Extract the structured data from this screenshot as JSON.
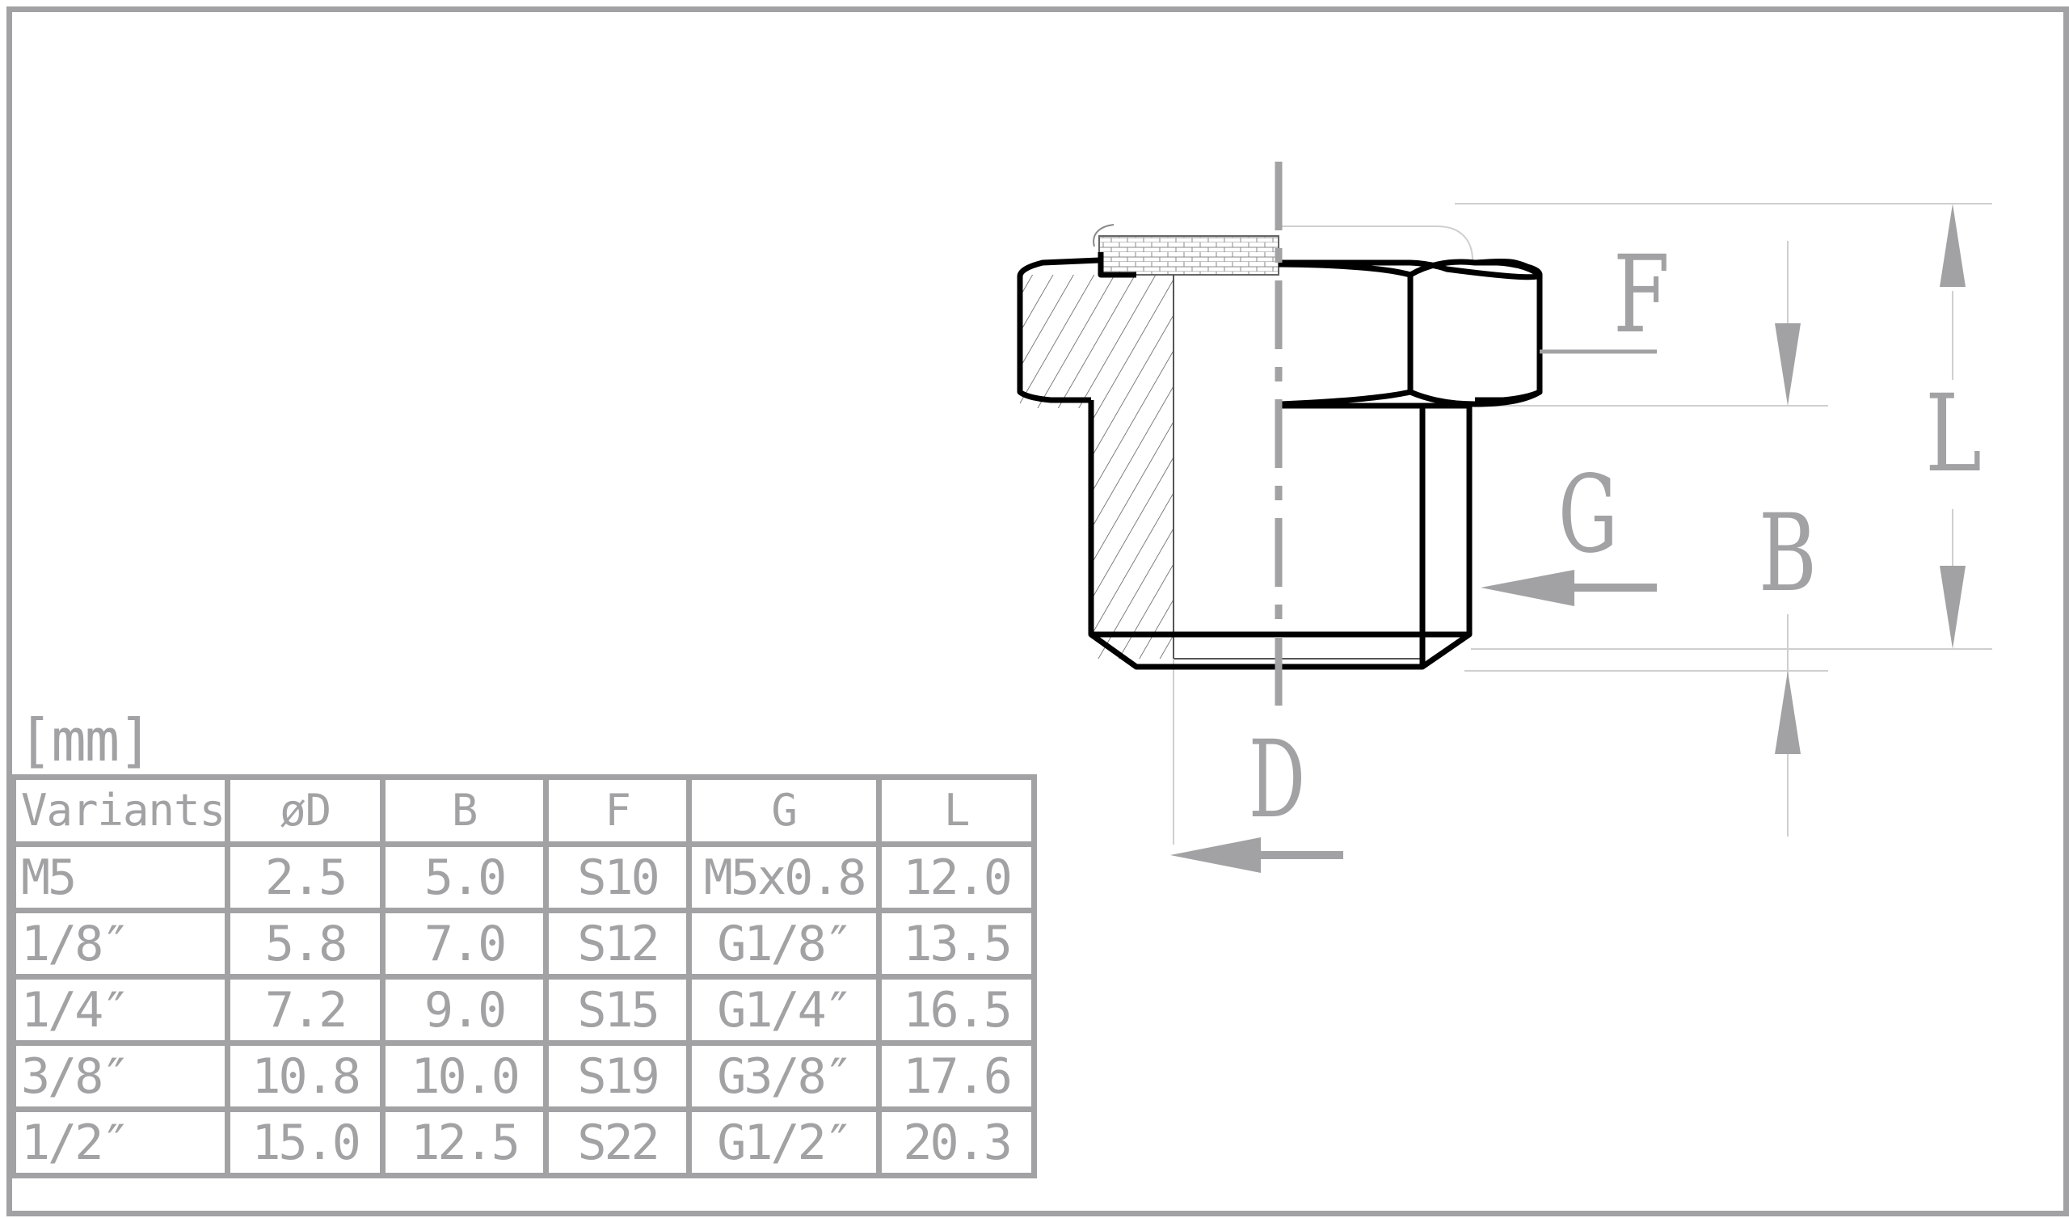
{
  "unit_label": "[mm]",
  "table": {
    "headers": [
      "Variants",
      "øD",
      "B",
      "F",
      "G",
      "L"
    ],
    "rows": [
      [
        "M5",
        "2.5",
        "5.0",
        "S10",
        "M5x0.8",
        "12.0"
      ],
      [
        "1/8″",
        "5.8",
        "7.0",
        "S12",
        "G1/8″",
        "13.5"
      ],
      [
        "1/4″",
        "7.2",
        "9.0",
        "S15",
        "G1/4″",
        "16.5"
      ],
      [
        "3/8″",
        "10.8",
        "10.0",
        "S19",
        "G3/8″",
        "17.6"
      ],
      [
        "1/2″",
        "15.0",
        "12.5",
        "S22",
        "G1/2″",
        "20.3"
      ]
    ]
  },
  "dimension_labels": {
    "F": "F",
    "G": "G",
    "B": "B",
    "L": "L",
    "D": "D"
  },
  "colors": {
    "frame": "#a2a1a3",
    "outline": "#000000",
    "annotation": "#a2a1a3"
  }
}
